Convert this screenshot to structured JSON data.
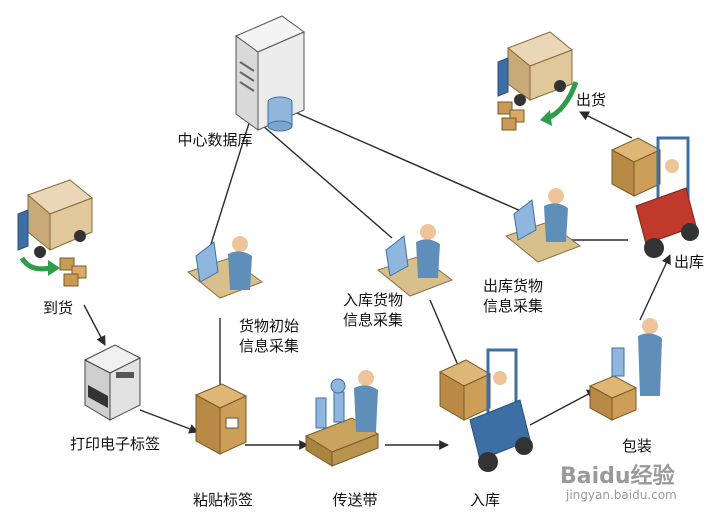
{
  "colors": {
    "line": "#2b2b2b",
    "person": "#5f8fb8",
    "skin": "#f0c49a",
    "desk": "#d7c08c",
    "box": "#c99a55",
    "truck_blue": "#3d6fa5",
    "forklift_red": "#c0392b",
    "server": "#e7e7e7",
    "green_arrow": "#2e9d4a"
  },
  "nodes": {
    "central_db": "中心数据库",
    "arrival": "到货",
    "print_label": "打印电子标签",
    "paste_label": "粘贴标签",
    "init_collect": "货物初始\n信息采集",
    "conveyor": "传送带",
    "inbound_collect": "入库货物\n信息采集",
    "inbound": "入库",
    "packing": "包装",
    "outbound_collect": "出库货物\n信息采集",
    "outbound": "出库",
    "shipping": "出货"
  },
  "watermark": {
    "brand": "Baidu经验",
    "url": "jingyan.baidu.com"
  }
}
